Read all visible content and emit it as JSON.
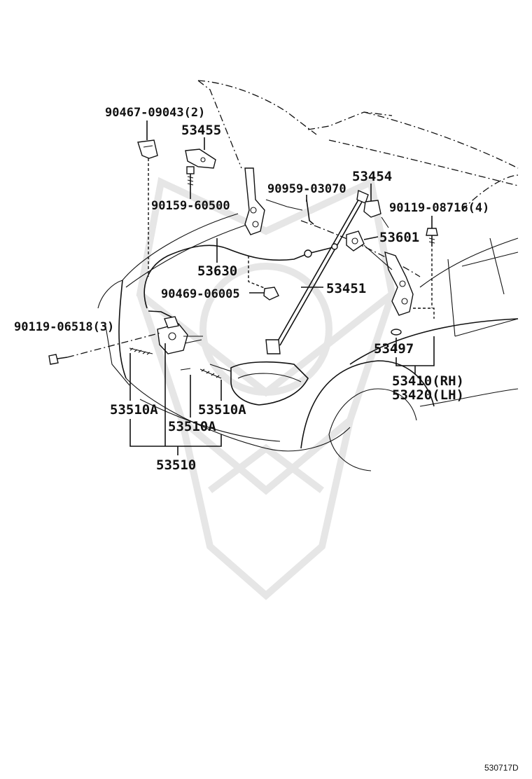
{
  "diagram": {
    "labels": {
      "p90467": "90467-09043(2)",
      "p53455": "53455",
      "p90159": "90159-60500",
      "p90959": "90959-03070",
      "p53454": "53454",
      "p90119a": "90119-08716(4)",
      "p53601": "53601",
      "p53630": "53630",
      "p90469": "90469-06005",
      "p53451": "53451",
      "p90119b": "90119-06518(3)",
      "p53497": "53497",
      "p53410": "53410(RH)",
      "p53420": "53420(LH)",
      "p53510a_left": "53510A",
      "p53510a_right": "53510A",
      "p53510a_mid": "53510A",
      "p53510": "53510"
    },
    "drawing_code": "530717D"
  }
}
